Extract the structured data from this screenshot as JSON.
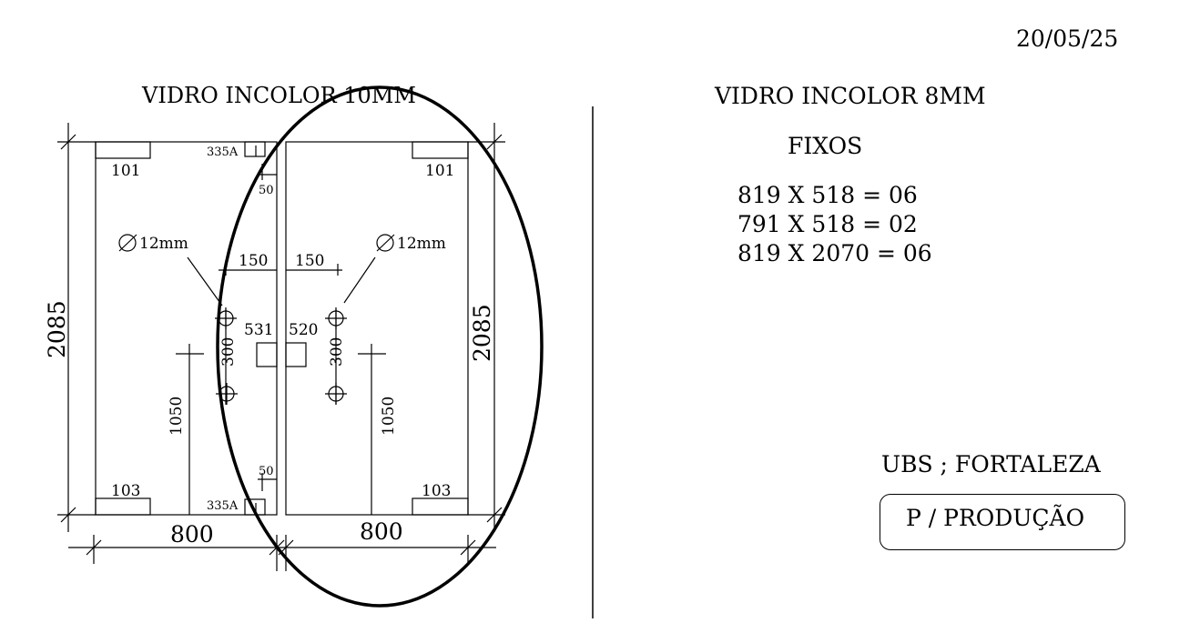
{
  "date": "20/05/25",
  "left_section": {
    "title": "VIDRO INCOLOR 10MM",
    "overall_height": "2085",
    "right_height": "2085",
    "left_width": "800",
    "right_width": "800",
    "left_panel": {
      "top_corner": "101",
      "bottom_corner": "103",
      "top_hinge": "335A",
      "bottom_hinge": "335A",
      "top_offset": "50",
      "bottom_offset": "50",
      "hole_label": "12mm",
      "hole_offset": "150",
      "handle_spacing": "300",
      "handle_height": "1050",
      "lock_label": "531"
    },
    "right_panel": {
      "top_corner": "101",
      "bottom_corner": "103",
      "hole_label": "12mm",
      "hole_offset": "150",
      "handle_spacing": "300",
      "handle_height": "1050",
      "lock_label": "520"
    }
  },
  "right_section": {
    "title": "VIDRO INCOLOR 8MM",
    "subtitle": "FIXOS",
    "items": [
      "819 X 518 = 06",
      "791 X 518 = 02",
      "819 X 2070 = 06"
    ],
    "client": "UBS ;  FORTALEZA",
    "stamp": "P / PRODUÇÃO"
  }
}
